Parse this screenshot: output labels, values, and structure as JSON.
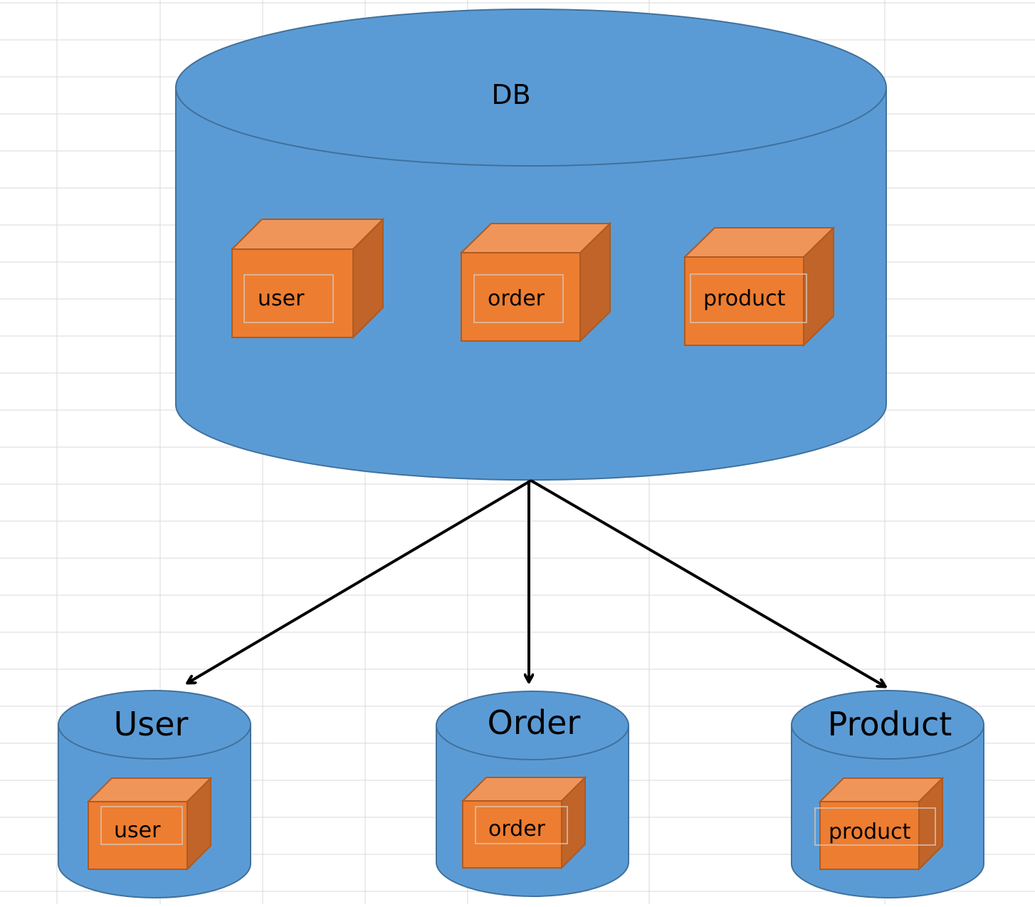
{
  "colors": {
    "cylinder_fill": "#5b9bd5",
    "cylinder_stroke": "#41719c",
    "cube_front": "#ed7d31",
    "cube_top": "#f0955a",
    "cube_side": "#c0642a",
    "cube_stroke": "#ae5a21",
    "label_box_stroke": "#d9c3b2",
    "grid_line": "#d9d9d9",
    "arrow": "#000000"
  },
  "main_db": {
    "label": "DB",
    "tables": [
      "user",
      "order",
      "product"
    ]
  },
  "services": [
    {
      "name": "User",
      "table": "user"
    },
    {
      "name": "Order",
      "table": "order"
    },
    {
      "name": "Product",
      "table": "product"
    }
  ]
}
